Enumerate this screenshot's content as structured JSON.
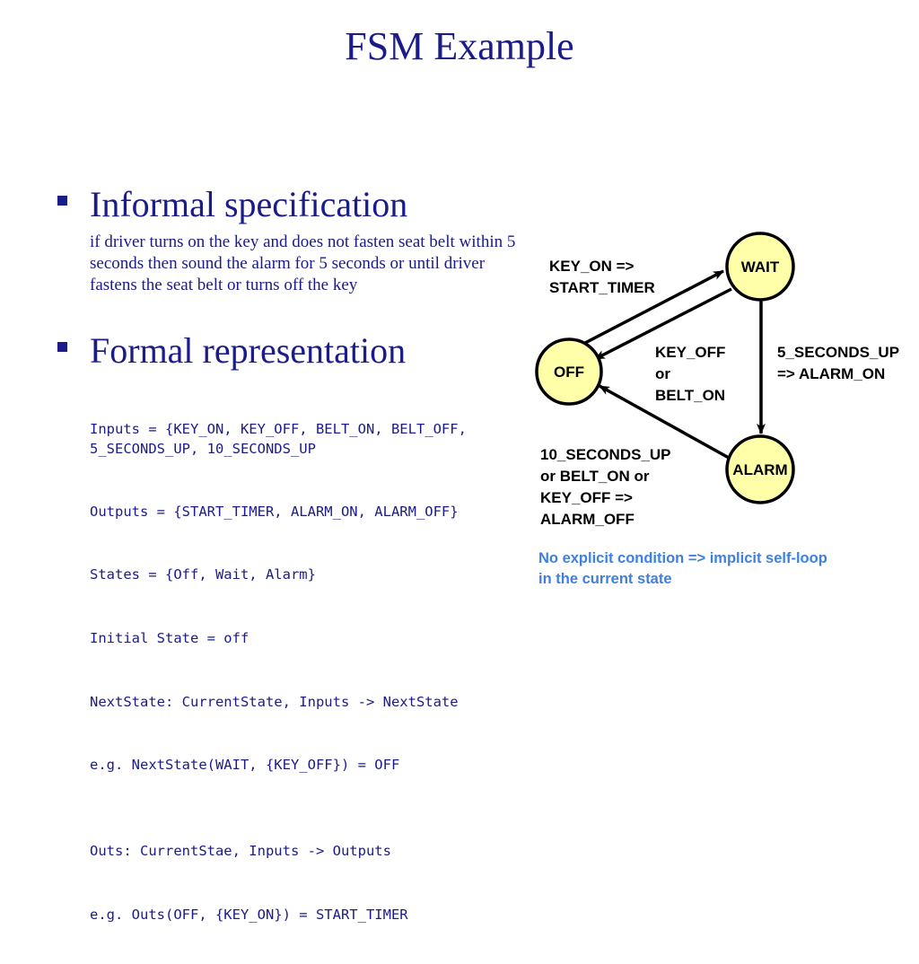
{
  "title": "FSM Example",
  "bullets": [
    {
      "heading": "Informal specification",
      "paragraph": "if driver turns on the key and does not fasten seat belt within 5 seconds then sound the alarm for 5 seconds or until driver fastens the seat belt or turns off the key"
    },
    {
      "heading": "Formal representation",
      "lines": [
        "Inputs = {KEY_ON, KEY_OFF, BELT_ON, BELT_OFF, 5_SECONDS_UP, 10_SECONDS_UP",
        "Outputs = {START_TIMER, ALARM_ON, ALARM_OFF}",
        "States = {Off, Wait, Alarm}",
        "Initial State = off",
        "NextState: CurrentState, Inputs -> NextState",
        "e.g. NextState(WAIT, {KEY_OFF}) = OFF",
        "Outs: CurrentStae, Inputs -> Outputs",
        "e.g. Outs(OFF, {KEY_ON}) = START_TIMER"
      ]
    }
  ],
  "diagram": {
    "colors": {
      "state_fill": "#ffffaa",
      "stroke": "#000000",
      "note": "#3f7fe0"
    },
    "states": {
      "wait": "WAIT",
      "off": "OFF",
      "alarm": "ALARM"
    },
    "transitions": {
      "off_to_wait": [
        "KEY_ON =>",
        "START_TIMER"
      ],
      "wait_to_off": [
        "KEY_OFF",
        "or",
        "BELT_ON"
      ],
      "wait_to_alarm": [
        "5_SECONDS_UP",
        "=> ALARM_ON"
      ],
      "alarm_to_off": [
        "10_SECONDS_UP",
        "or BELT_ON or",
        "KEY_OFF =>",
        "ALARM_OFF"
      ]
    },
    "note": [
      "No explicit condition => implicit self-loop",
      "in the current state"
    ]
  }
}
